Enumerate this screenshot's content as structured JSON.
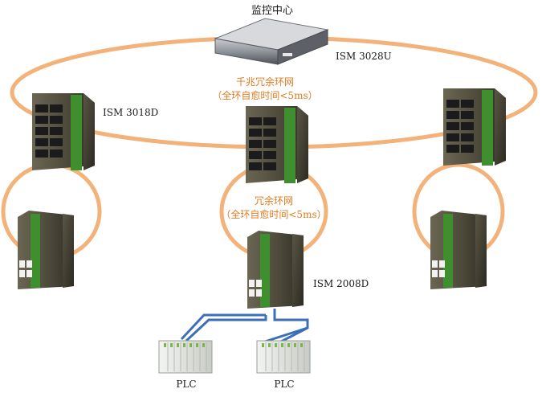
{
  "labels": {
    "monitor_center": "监控中心",
    "ism3028u": "ISM 3028U",
    "ism3018d": "ISM 3018D",
    "ism2008d": "ISM 2008D",
    "gigabit_ring_title": "千兆冗余环网",
    "gigabit_ring_sub": "（全环自愈时间<5ms）",
    "ring_title": "冗余环网",
    "ring_sub": "（全环自愈时间<5ms）",
    "plc_left": "PLC",
    "plc_right": "PLC"
  },
  "colors": {
    "ring": "#f2b27a",
    "network_line": "#3c6fb8",
    "device_body": "#4a4738",
    "device_accent": "#3f8f2f",
    "annotation_text": "#e07a1f"
  }
}
